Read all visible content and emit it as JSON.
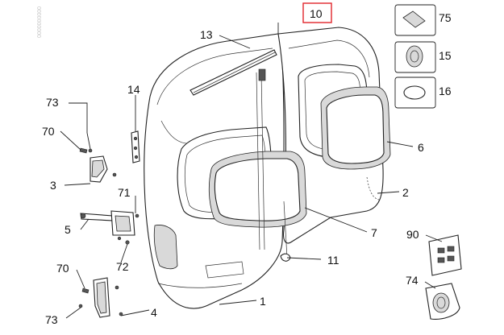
{
  "watermark": "0000000000",
  "callouts": [
    {
      "id": "c10",
      "text": "10",
      "boxed": true
    },
    {
      "id": "c13",
      "text": "13"
    },
    {
      "id": "c14",
      "text": "14"
    },
    {
      "id": "c73a",
      "text": "73"
    },
    {
      "id": "c70a",
      "text": "70"
    },
    {
      "id": "c3",
      "text": "3"
    },
    {
      "id": "c71",
      "text": "71"
    },
    {
      "id": "c5",
      "text": "5"
    },
    {
      "id": "c72",
      "text": "72"
    },
    {
      "id": "c70b",
      "text": "70"
    },
    {
      "id": "c73b",
      "text": "73"
    },
    {
      "id": "c4",
      "text": "4"
    },
    {
      "id": "c1",
      "text": "1"
    },
    {
      "id": "c11",
      "text": "11"
    },
    {
      "id": "c7",
      "text": "7"
    },
    {
      "id": "c2",
      "text": "2"
    },
    {
      "id": "c6",
      "text": "6"
    },
    {
      "id": "c90",
      "text": "90"
    },
    {
      "id": "c74",
      "text": "74"
    }
  ],
  "kit_legend": [
    {
      "id": "k75",
      "text": "75"
    },
    {
      "id": "k15",
      "text": "15"
    },
    {
      "id": "k16",
      "text": "16"
    }
  ],
  "colors": {
    "highlight_box": "#e0242b",
    "line": "#222222"
  }
}
